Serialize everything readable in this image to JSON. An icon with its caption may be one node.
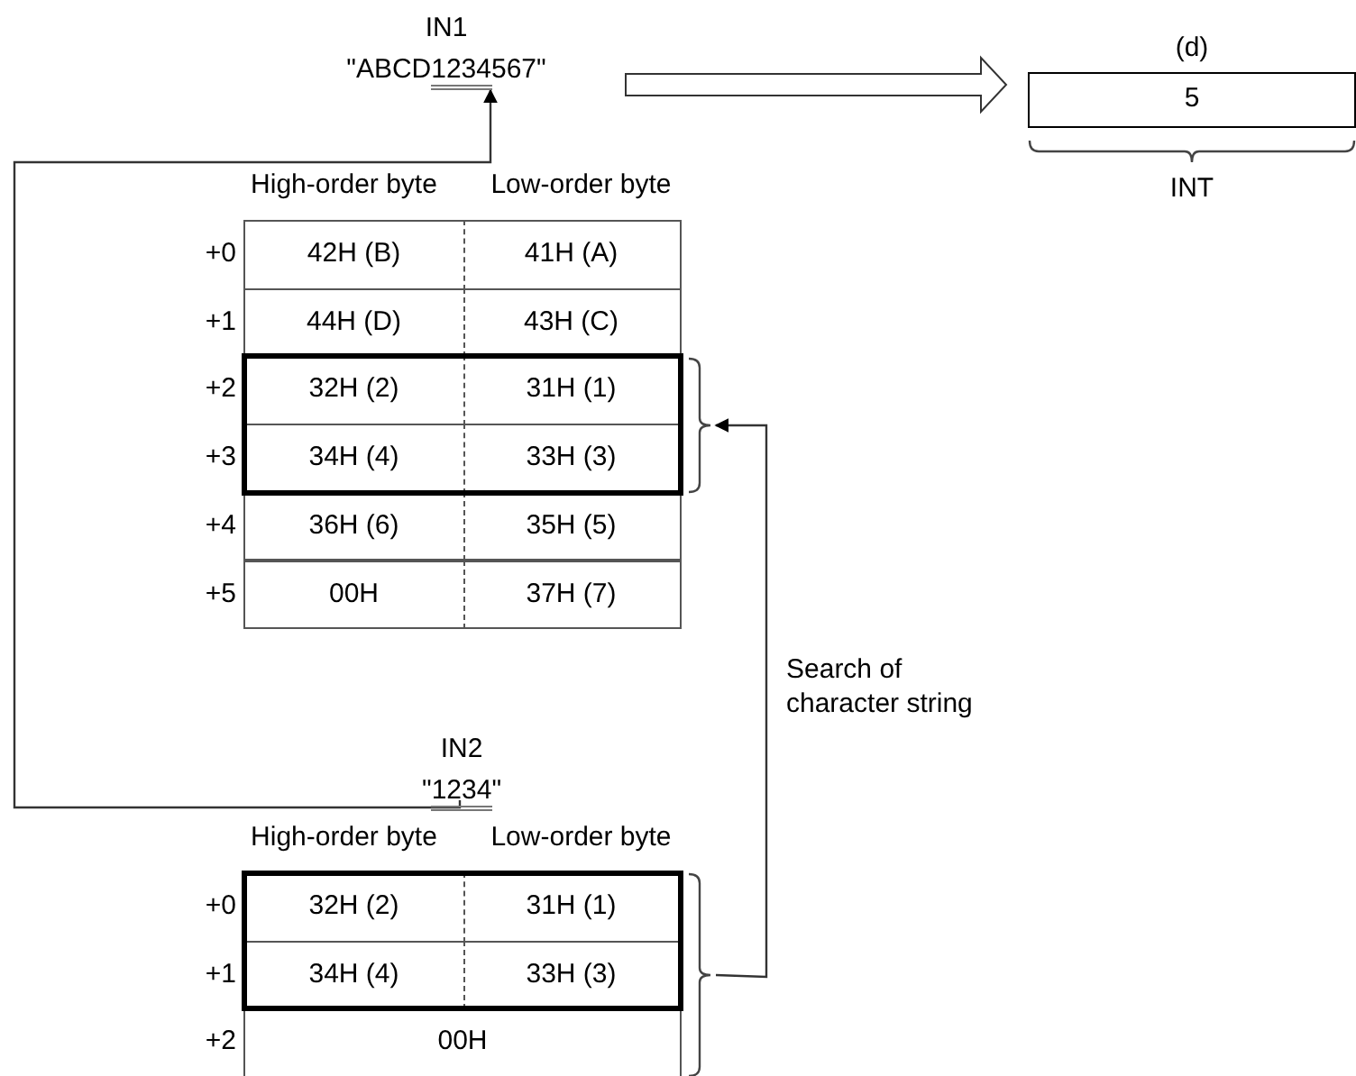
{
  "diagram": {
    "nodes": [
      {
        "text": [
          "IN1",
          "\"ABCD1234567\""
        ]
      },
      {
        "text": [
          "(d)",
          "5"
        ],
        "beside": [
          "INT"
        ]
      },
      {
        "text": [],
        "shape": "bracket"
      },
      {
        "text": [
          "IN2",
          "\"1234\""
        ]
      },
      {
        "text": [],
        "shape": "bracket"
      }
    ],
    "edges": [
      {
        "from": 0,
        "to": 1,
        "arrow": "to",
        "style": "thick"
      },
      {
        "from": 3,
        "to": 0,
        "arrow": "to"
      },
      {
        "from": 4,
        "to": 2,
        "arrow": "to",
        "label": "Search of character string"
      }
    ],
    "labels": [
      "High-order byte",
      "Low-order byte",
      "+0",
      "42H (B)",
      "41H (A)",
      "+1",
      "44H (D)",
      "43H (C)",
      "+2",
      "32H (2)",
      "31H (1)",
      "+3",
      "34H (4)",
      "33H (3)",
      "+4",
      "36H (6)",
      "35H (5)",
      "+5",
      "00H",
      "37H (7)",
      "High-order byte",
      "Low-order byte",
      "+0",
      "32H (2)",
      "31H (1)",
      "+1",
      "34H (4)",
      "33H (3)",
      "+2",
      "00H"
    ]
  }
}
